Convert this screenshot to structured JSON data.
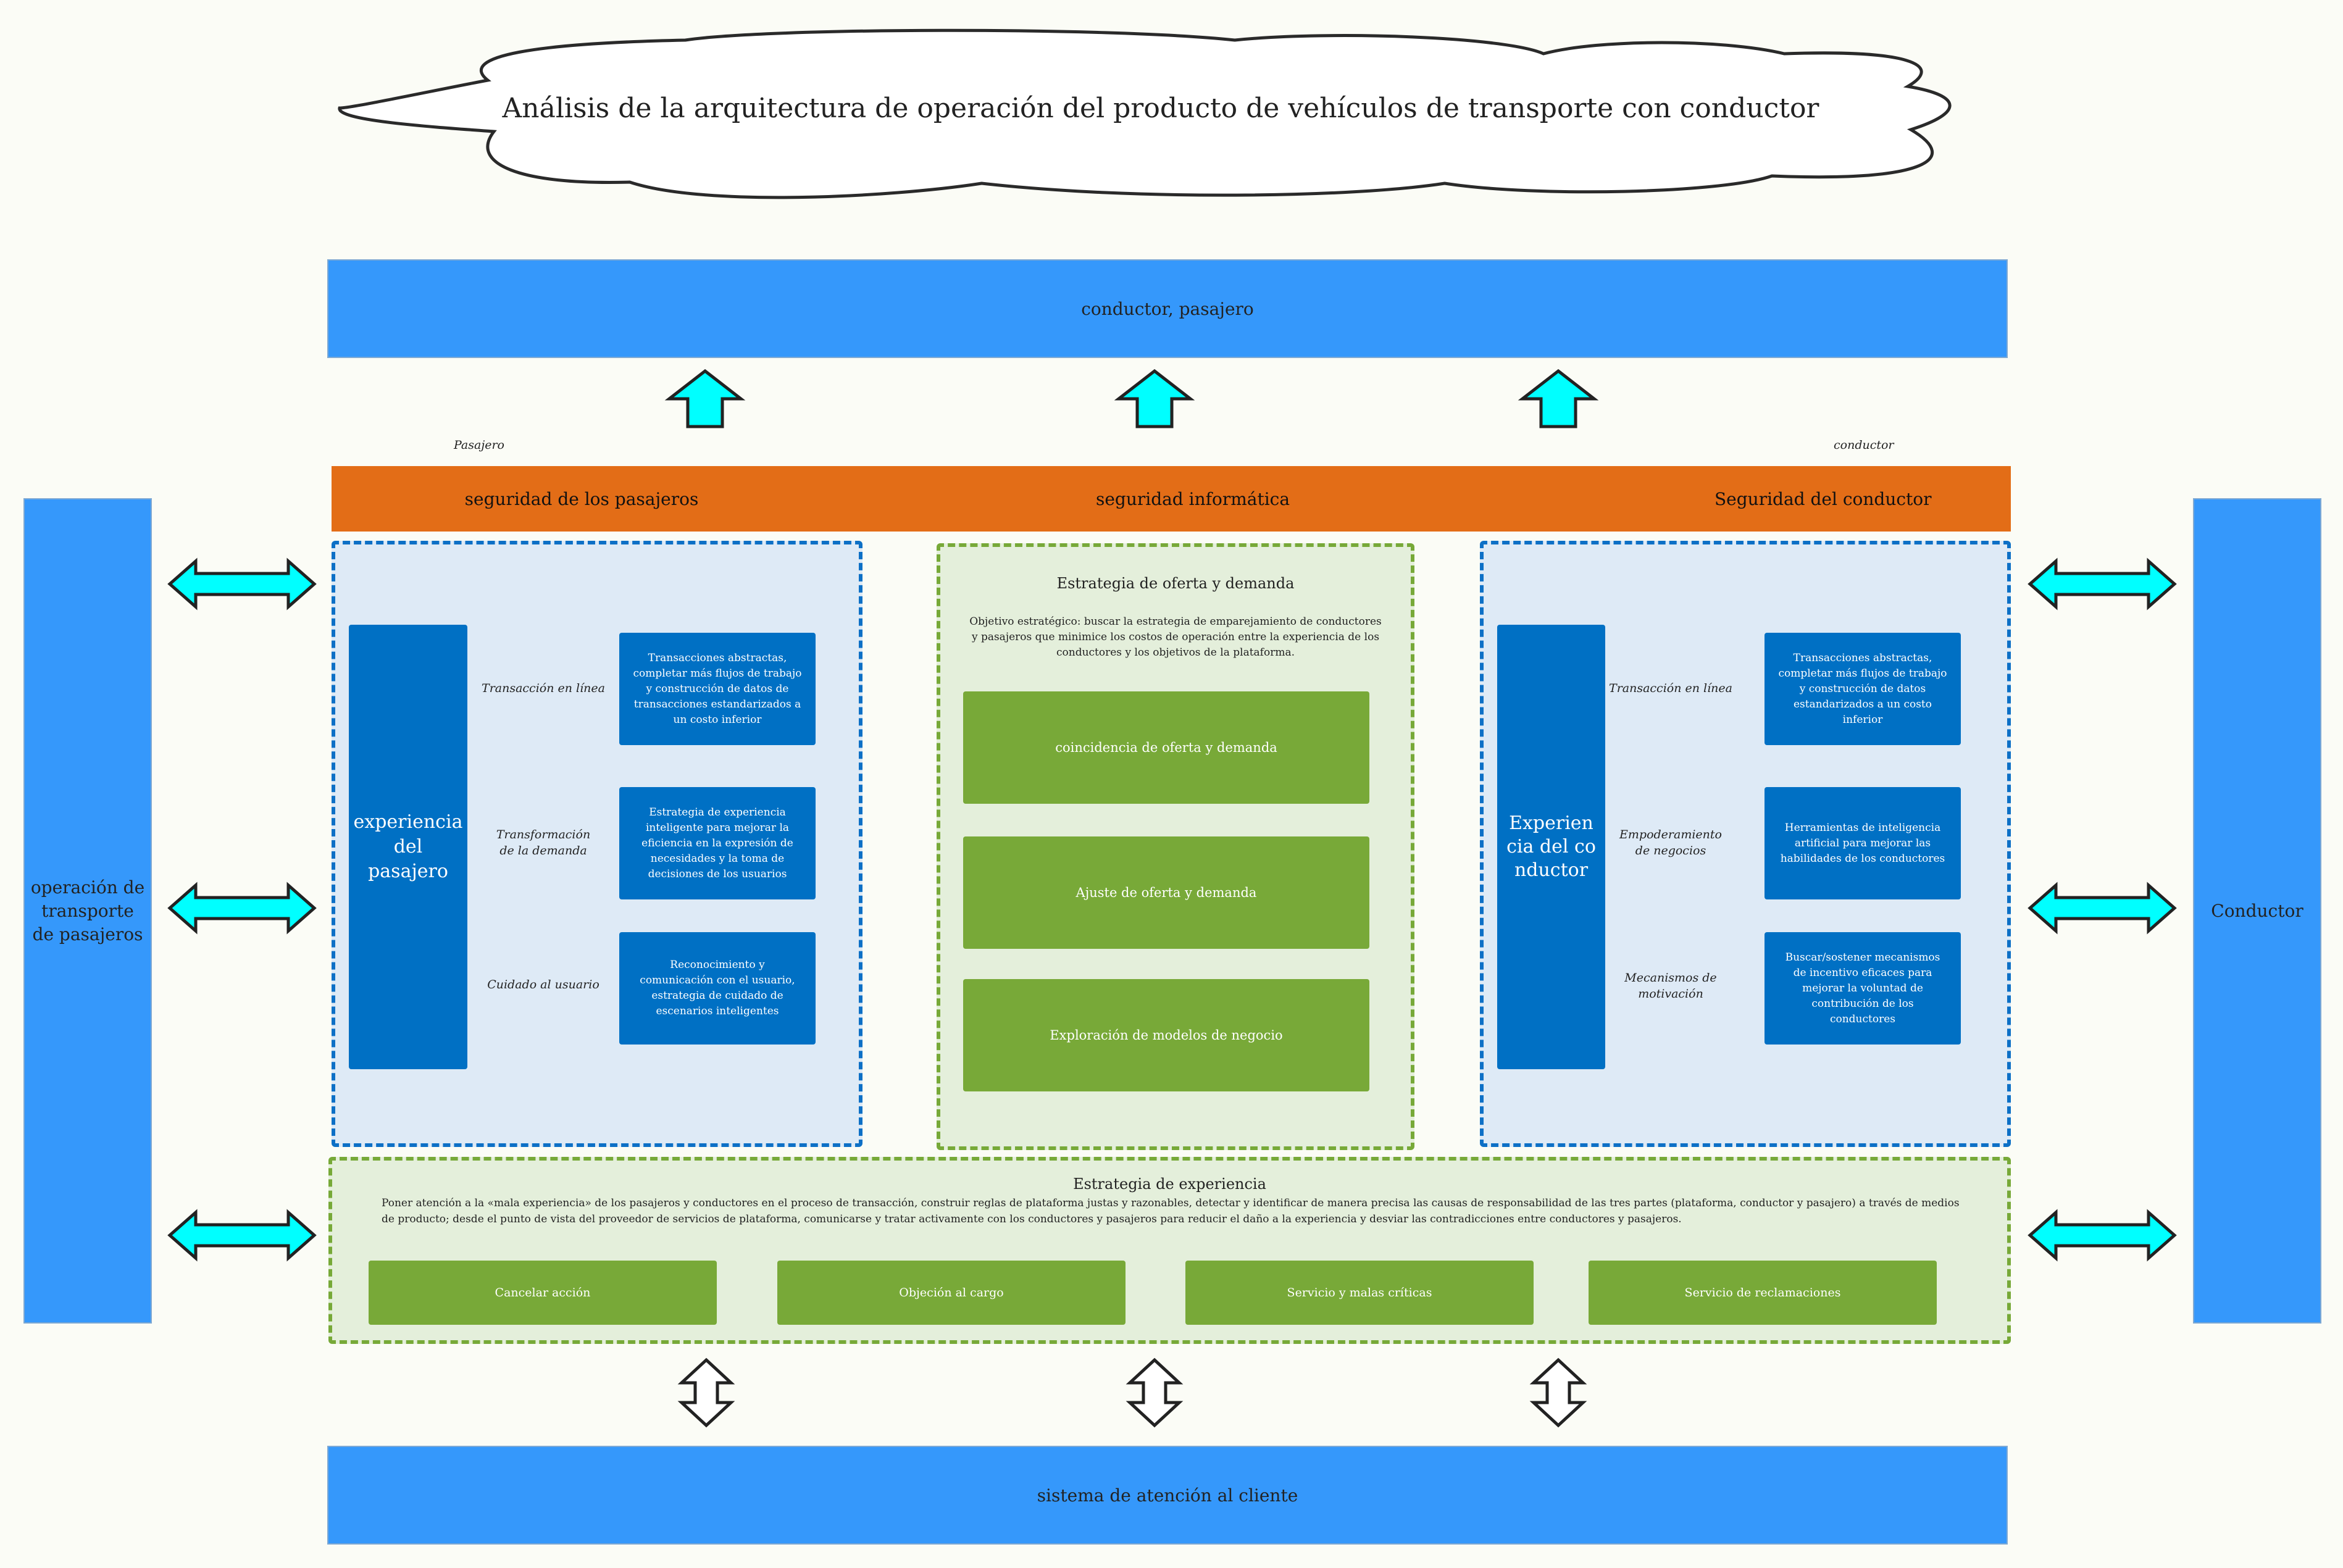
{
  "title": "Análisis de la arquitectura de operación del producto de vehículos de transporte con conductor",
  "top_bar": "conductor, pasajero",
  "bottom_bar": "sistema de atención al cliente",
  "left_column": "operación de transporte de pasajeros",
  "right_column": "Conductor",
  "labels": {
    "pasajero": "Pasajero",
    "conductor": "conductor"
  },
  "security": {
    "passengers": "seguridad de los pasajeros",
    "it": "seguridad informática",
    "driver": "Seguridad del conductor"
  },
  "passenger_panel": {
    "title": "experiencia del pasajero",
    "rows": [
      {
        "label": "Transacción en línea",
        "box": "Transacciones abstractas, completar más flujos de trabajo y construcción de datos de transacciones estandarizados a un costo inferior"
      },
      {
        "label": "Transformación de la demanda",
        "box": "Estrategia de experiencia inteligente para mejorar la eficiencia en la expresión de necesidades y la toma de decisiones de los usuarios"
      },
      {
        "label": "Cuidado al usuario",
        "box": "Reconocimiento y comunicación con el usuario, estrategia de cuidado de escenarios inteligentes"
      }
    ]
  },
  "supply_panel": {
    "title": "Estrategia de oferta y demanda",
    "objective": "Objetivo estratégico: buscar la estrategia de emparejamiento de conductores y pasajeros que minimice los costos de operación entre la experiencia de los conductores y los objetivos de la plataforma.",
    "items": [
      "coincidencia de oferta y demanda",
      "Ajuste de oferta y demanda",
      "Exploración de modelos de negocio"
    ]
  },
  "driver_panel": {
    "title": "Experiencia del conductor",
    "rows": [
      {
        "label": "Transacción en línea",
        "box": "Transacciones abstractas, completar más flujos de trabajo y construcción de datos estandarizados a un costo inferior"
      },
      {
        "label": "Empoderamiento de negocios",
        "box": "Herramientas de inteligencia artificial para mejorar las habilidades de los conductores"
      },
      {
        "label": "Mecanismos de motivación",
        "box": "Buscar/sostener mecanismos de incentivo eficaces para mejorar la voluntad de contribución de los conductores"
      }
    ]
  },
  "experience_panel": {
    "title": "Estrategia de experiencia",
    "text": "Poner atención a la «mala experiencia» de los pasajeros y conductores en el proceso de transacción, construir reglas de plataforma justas y razonables, detectar y identificar de manera precisa las causas de responsabilidad de las tres partes (plataforma, conductor y pasajero) a través de medios de producto; desde el punto de vista del proveedor de servicios de plataforma, comunicarse y tratar activamente con los conductores y pasajeros para reducir el daño a la experiencia y desviar las contradicciones entre conductores y pasajeros.",
    "buttons": [
      "Cancelar acción",
      "Objeción al cargo",
      "Servicio y malas críticas",
      "Servicio de reclamaciones"
    ]
  },
  "colors": {
    "blue_bar": "#3598fb",
    "orange": "#e36d17",
    "dark_blue": "#0070c4",
    "green": "#78a938",
    "cyan_arrow": "#00ffff"
  }
}
